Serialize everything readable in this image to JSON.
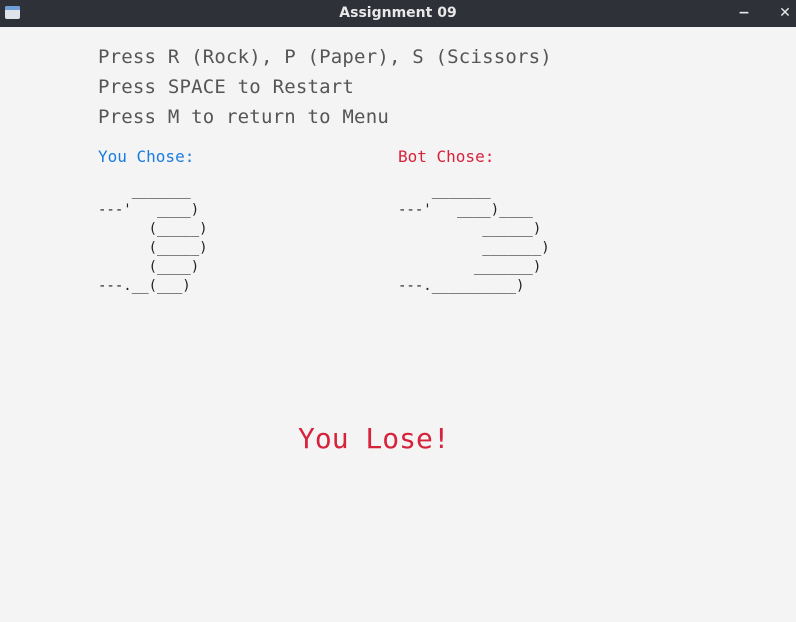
{
  "window": {
    "title": "Assignment 09",
    "minimize_glyph": "−",
    "close_glyph": "✕"
  },
  "instructions": [
    "Press R (Rock), P (Paper), S (Scissors)",
    "Press SPACE to Restart",
    "Press M to return to Menu"
  ],
  "player": {
    "label": "You Chose:",
    "choice_art": "    _______\n---'   ____)\n      (_____)\n      (_____)\n      (____)\n---.__(___)"
  },
  "bot": {
    "label": "Bot Chose:",
    "choice_art": "    _______\n---'   ____)____\n          ______)\n          _______)\n         _______)\n---.__________)"
  },
  "result": {
    "text": "You Lose!"
  },
  "colors": {
    "player_label": "#1a7ce0",
    "bot_label": "#d7223c",
    "result": "#d7223c",
    "instructions": "#555555",
    "background": "#f4f4f4",
    "titlebar": "#2e3138"
  }
}
